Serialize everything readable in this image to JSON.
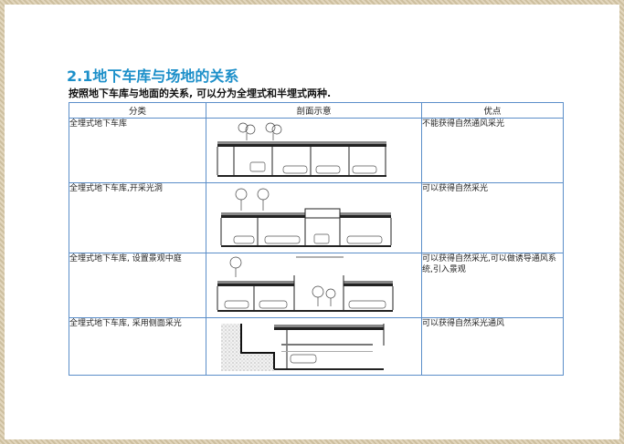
{
  "header_note": "",
  "title": "2.1地下车库与场地的关系",
  "subtitle": "按照地下车库与地面的关系, 可以分为全埋式和半埋式两种.",
  "table": {
    "headers": [
      "分类",
      "剖面示意",
      "优点"
    ],
    "rows": [
      {
        "type": "全埋式地下车库",
        "advantage": "不能获得自然通风采光"
      },
      {
        "type": "全埋式地下车库,开采光洞",
        "advantage": "可以获得自然采光"
      },
      {
        "type": "全埋式地下车库, 设置景观中庭",
        "advantage": "可以获得自然采光,可以做诱导通风系统,引入景观"
      },
      {
        "type": "全埋式地下车库, 采用侧面采光",
        "advantage": "可以获得自然采光通风"
      }
    ]
  },
  "colors": {
    "title": "#1c8fc9",
    "border": "#5b8ec9"
  }
}
